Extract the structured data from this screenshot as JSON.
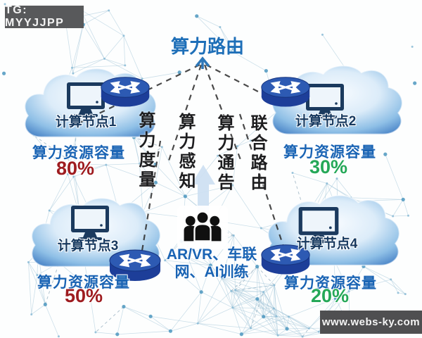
{
  "watermarks": {
    "telegram": "TG: MYYJJPP",
    "website": "www.webs-ky.com"
  },
  "title": "算力路由",
  "pillars": [
    "算力度量",
    "算力感知",
    "算力通告",
    "联合路由"
  ],
  "nodes": [
    {
      "label": "计算节点1",
      "capacity_label": "算力资源容量",
      "capacity_value": "80%",
      "value_color": "#9e1c20"
    },
    {
      "label": "计算节点2",
      "capacity_label": "算力资源容量",
      "capacity_value": "30%",
      "value_color": "#25a858"
    },
    {
      "label": "计算节点3",
      "capacity_label": "算力资源容量",
      "capacity_value": "50%",
      "value_color": "#9e1c20"
    },
    {
      "label": "计算节点4",
      "capacity_label": "算力资源容量",
      "capacity_value": "20%",
      "value_color": "#25a858"
    }
  ],
  "use_cases": "AR/VR、车联网、AI训练",
  "icons": {
    "cloud": "cloud-shape",
    "router": "router-cylinder-with-cross-arrows",
    "monitor": "computer-monitor-icon",
    "users": "user-group-icon",
    "up_arrow": "upward-arrow",
    "apex": "route-apex-arrowhead"
  },
  "colors": {
    "accent_blue": "#1e6fb8",
    "capacity_label_blue": "#1a64b4",
    "dark_red": "#9e1c20",
    "green": "#25a858",
    "cloud_edge_blue": "#4c86c8",
    "router_navy": "#1d3e99",
    "badge_gray": "#58595b"
  }
}
